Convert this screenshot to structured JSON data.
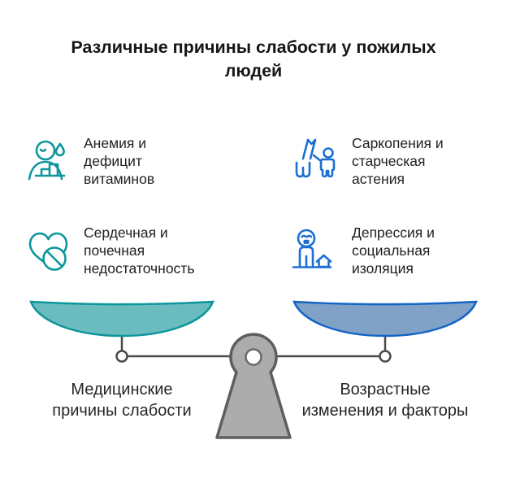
{
  "title": {
    "lines": [
      "Различные причины слабости у пожилых",
      "людей"
    ]
  },
  "causes": [
    {
      "id": "anemia",
      "icon": "person-with-drop-icon",
      "lines": [
        "Анемия и",
        "дефицит",
        "витаминов"
      ]
    },
    {
      "id": "sarcopenia",
      "icon": "weak-person-icon",
      "lines": [
        "Саркопения и",
        "старческая",
        "астения"
      ]
    },
    {
      "id": "heart-kidney",
      "icon": "heart-prohibition-icon",
      "lines": [
        "Сердечная и",
        "почечная",
        "недостаточность"
      ]
    },
    {
      "id": "depression",
      "icon": "sad-person-house-icon",
      "lines": [
        "Депрессия и",
        "социальная",
        "изоляция"
      ]
    }
  ],
  "scale": {
    "left_label": {
      "lines": [
        "Медицинские",
        "причины слабости"
      ]
    },
    "right_label": {
      "lines": [
        "Возрастные",
        "изменения и факторы"
      ]
    }
  },
  "colors": {
    "teal": "#0D969C",
    "teal-fill": "#6BBCBE",
    "blue": "#1B6FD3",
    "blue-pan-fill": "#7FA2C6",
    "blue-pan-stroke": "#1565C8",
    "gray-fill": "#ACACAC",
    "gray-stroke": "#5E5E5E",
    "line": "#4A4A4A",
    "text": "#212121",
    "title-text": "#161616"
  }
}
